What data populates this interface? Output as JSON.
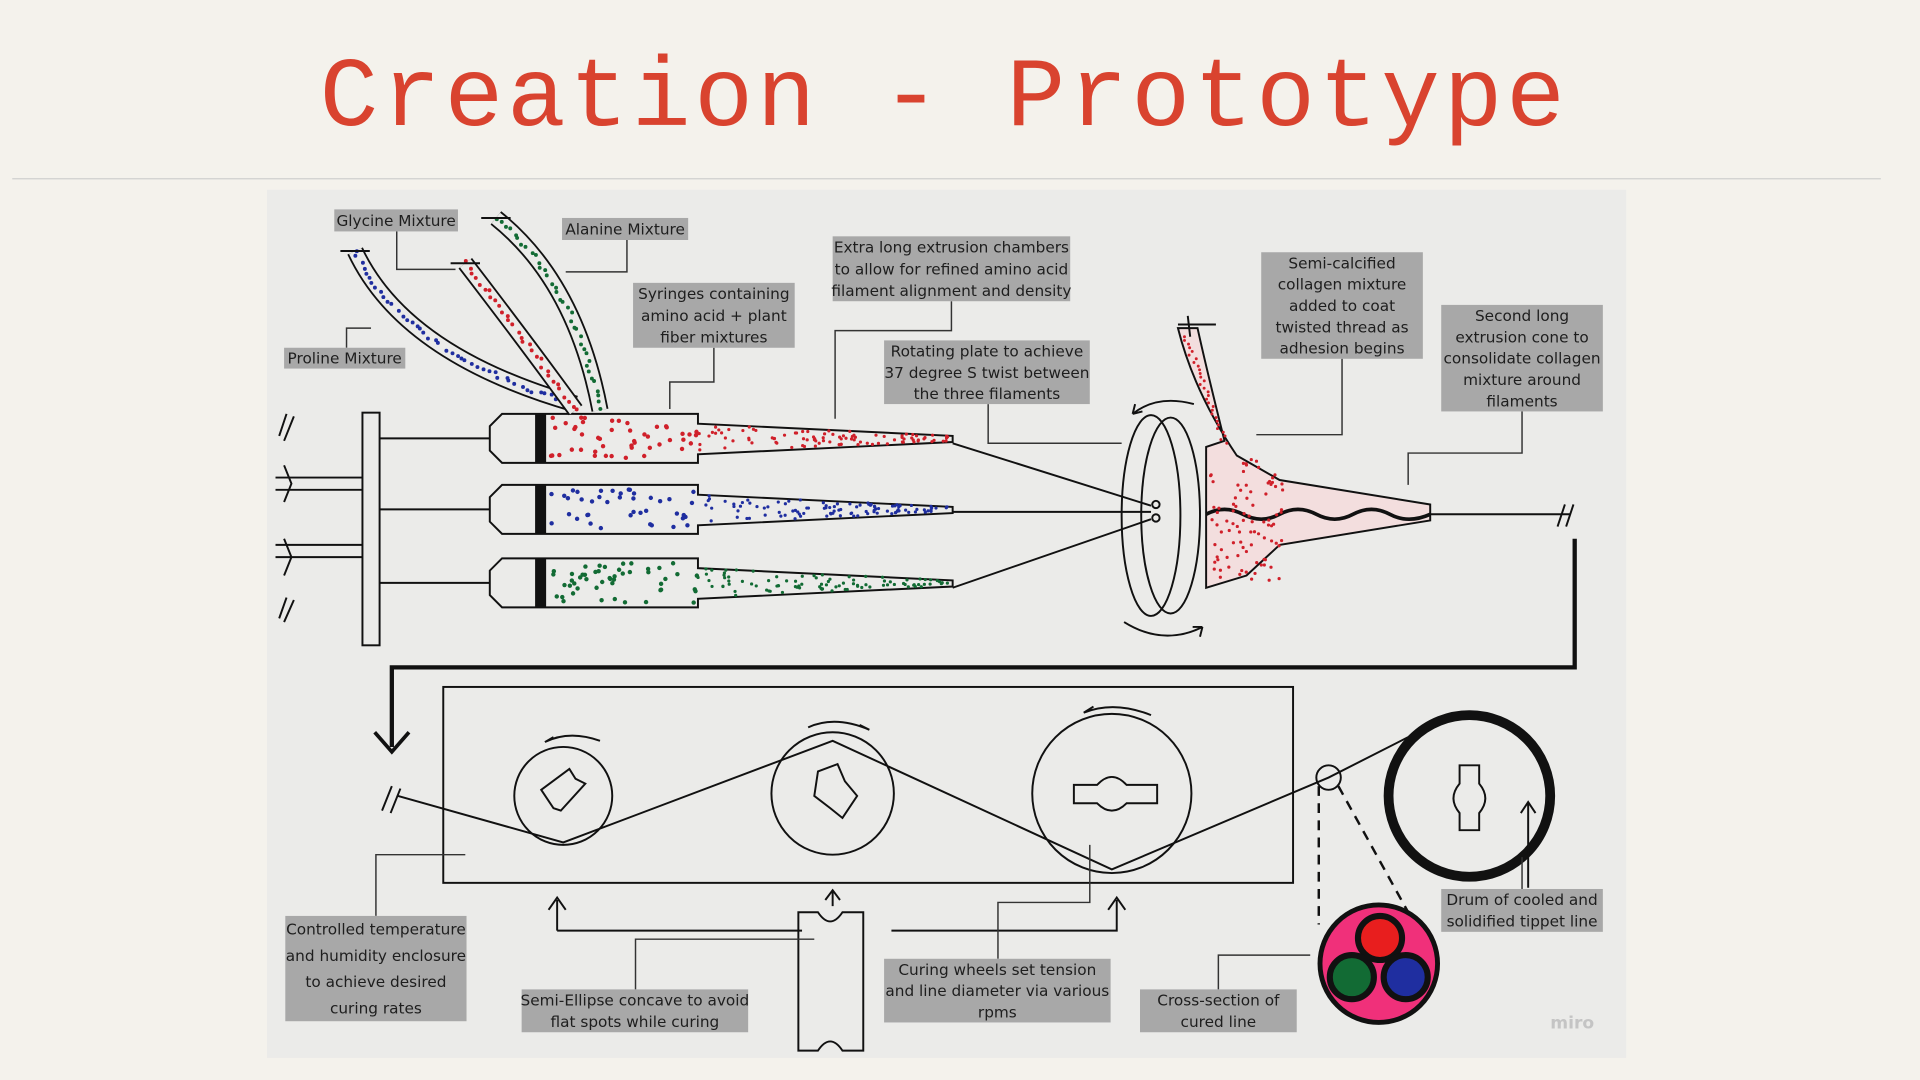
{
  "slide": {
    "title": "Creation - Prototype",
    "watermark": "miro",
    "colors": {
      "title": "#d9432f",
      "red": "#d0202a",
      "blue": "#1f2ea0",
      "green": "#126b34",
      "pink": "#f0307a",
      "label_bg": "#a8a8a8"
    }
  },
  "labels": {
    "glycine": [
      "Glycine Mixture"
    ],
    "alanine": [
      "Alanine Mixture"
    ],
    "proline": [
      "Proline Mixture"
    ],
    "syringes": [
      "Syringes containing",
      "amino acid + plant",
      "fiber mixtures"
    ],
    "extrusion": [
      "Extra long extrusion chambers",
      "to allow for refined amino acid",
      "filament alignment and density"
    ],
    "rotating": [
      "Rotating plate to achieve",
      "37 degree S twist between",
      "the three filaments"
    ],
    "semicalcified": [
      "Semi-calcified",
      "collagen mixture",
      "added to coat",
      "twisted thread as",
      "adhesion begins"
    ],
    "cone": [
      "Second long",
      "extrusion cone to",
      "consolidate collagen",
      "mixture around",
      "filaments"
    ],
    "enclosure": [
      "Controlled temperature",
      "and humidity enclosure",
      "to achieve desired",
      "curing rates"
    ],
    "ellipse": [
      "Semi-Ellipse concave to avoid",
      "flat spots while curing"
    ],
    "wheels": [
      "Curing wheels set tension",
      "and line diameter via various",
      "rpms"
    ],
    "crosssection": [
      "Cross-section of",
      "cured line"
    ],
    "drum": [
      "Drum of cooled and",
      "solidified tippet line"
    ]
  }
}
